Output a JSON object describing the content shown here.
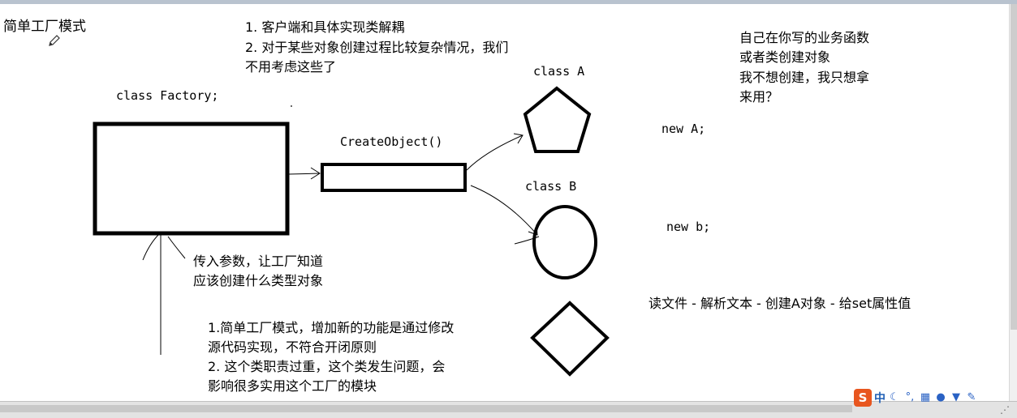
{
  "texts": {
    "title": "简单工厂模式",
    "goal_1": "1.  客户端和具体实现类解耦",
    "goal_2a": "2.  对于某些对象创建过程比较复杂情况，我们",
    "goal_2b": "不用考虑这些了",
    "class_factory": "class Factory;",
    "create_object": "CreateObject()",
    "class_a": "class A",
    "class_b": "class B",
    "note_1": "自己在你写的业务函数",
    "note_2": "或者类创建对象",
    "note_3": "我不想创建，我只想拿",
    "note_4": "来用？",
    "new_a": "new A;",
    "new_b": "new b;",
    "param_1": "传入参数，让工厂知道",
    "param_2": "应该创建什么类型对象",
    "pipeline": "读文件 - 解析文本 - 创建A对象 - 给set属性值",
    "con_1": "1.简单工厂模式，增加新的功能是通过修改",
    "con_2": "源代码实现，不符合开闭原则",
    "con_3": "2.  这个类职责过重，这个类发生问题，会",
    "con_4": "影响很多实用这个工厂的模块"
  },
  "ime": {
    "logo": "S",
    "mode": "中",
    "icons": [
      "moon-icon",
      "punctuation-icon",
      "keyboard-icon",
      "user-icon",
      "shirt-icon",
      "wrench-icon"
    ]
  },
  "colors": {
    "ink": "#000000",
    "ime_orange": "#e8561f",
    "ime_blue": "#2a62c4"
  }
}
